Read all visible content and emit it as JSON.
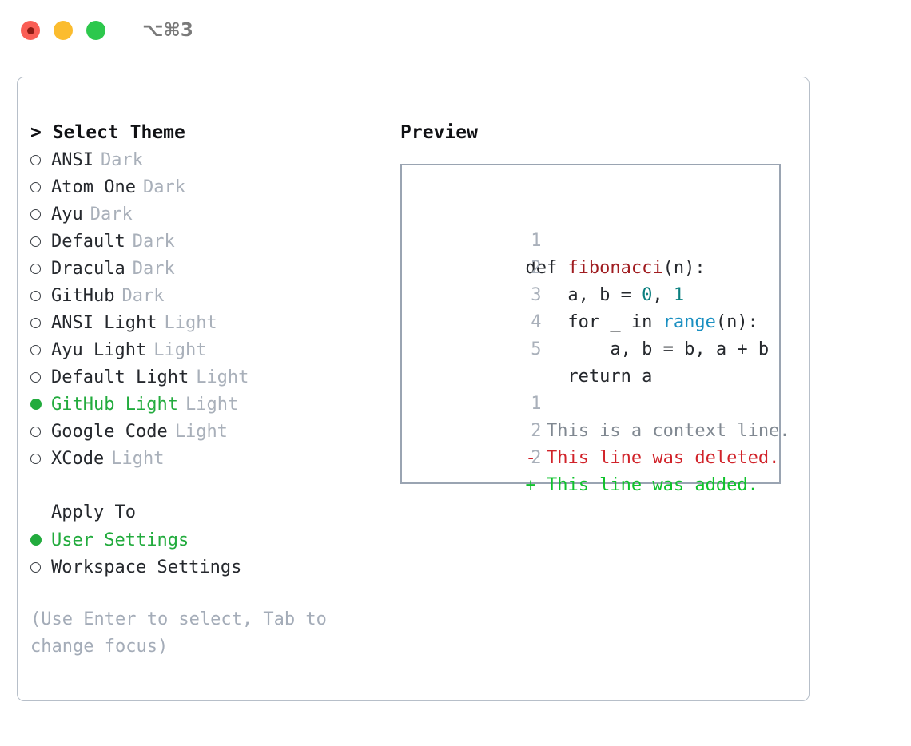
{
  "titlebar": {
    "shortcut": "⌥⌘3",
    "controls": [
      {
        "name": "close-record",
        "color": "#fa5e55"
      },
      {
        "name": "minimize",
        "color": "#fbbc2e"
      },
      {
        "name": "maximize",
        "color": "#2dc84d"
      }
    ]
  },
  "theme_section": {
    "caret": ">",
    "title": "Select Theme",
    "title_full": "> Select Theme",
    "options": [
      {
        "label": "ANSI",
        "tag": "Dark",
        "selected": false
      },
      {
        "label": "Atom One",
        "tag": "Dark",
        "selected": false
      },
      {
        "label": "Ayu",
        "tag": "Dark",
        "selected": false
      },
      {
        "label": "Default",
        "tag": "Dark",
        "selected": false
      },
      {
        "label": "Dracula",
        "tag": "Dark",
        "selected": false
      },
      {
        "label": "GitHub",
        "tag": "Dark",
        "selected": false
      },
      {
        "label": "ANSI Light",
        "tag": "Light",
        "selected": false
      },
      {
        "label": "Ayu Light",
        "tag": "Light",
        "selected": false
      },
      {
        "label": "Default Light",
        "tag": "Light",
        "selected": false
      },
      {
        "label": "GitHub Light",
        "tag": "Light",
        "selected": true
      },
      {
        "label": "Google Code",
        "tag": "Light",
        "selected": false
      },
      {
        "label": "XCode",
        "tag": "Light",
        "selected": false
      }
    ]
  },
  "apply_section": {
    "title": "Apply To",
    "options": [
      {
        "label": "User Settings",
        "selected": true
      },
      {
        "label": "Workspace Settings",
        "selected": false
      }
    ]
  },
  "hint": "(Use Enter to select, Tab to change focus)",
  "preview": {
    "title": "Preview",
    "code_lines": [
      {
        "num": "1",
        "tokens": [
          {
            "text": "def ",
            "type": "plain"
          },
          {
            "text": "fibonacci",
            "type": "fn"
          },
          {
            "text": "(n):",
            "type": "plain"
          }
        ]
      },
      {
        "num": "2",
        "tokens": [
          {
            "text": "    a, b = ",
            "type": "plain"
          },
          {
            "text": "0",
            "type": "num"
          },
          {
            "text": ", ",
            "type": "plain"
          },
          {
            "text": "1",
            "type": "num"
          }
        ]
      },
      {
        "num": "3",
        "tokens": [
          {
            "text": "    for _ in ",
            "type": "plain"
          },
          {
            "text": "range",
            "type": "call"
          },
          {
            "text": "(n):",
            "type": "plain"
          }
        ]
      },
      {
        "num": "4",
        "tokens": [
          {
            "text": "        a, b = b, a + b",
            "type": "plain"
          }
        ]
      },
      {
        "num": "5",
        "tokens": [
          {
            "text": "    return a",
            "type": "plain"
          }
        ]
      }
    ],
    "diff_lines": [
      {
        "num": "1",
        "marker": " ",
        "text": "This is a context line.",
        "kind": "context"
      },
      {
        "num": "2",
        "marker": "-",
        "text": "This line was deleted.",
        "kind": "deleted"
      },
      {
        "num": "2",
        "marker": "+",
        "text": "This line was added.",
        "kind": "added"
      }
    ]
  },
  "colors": {
    "accent_green": "#22ab3d",
    "muted": "#a9b0ba",
    "text": "#25282d",
    "fn_red": "#a01c20",
    "num_teal": "#0a7f7f",
    "call_blue": "#1a8fc1",
    "diff_add": "#0fc22c",
    "diff_del": "#d1232a",
    "border": "#9aa4b2"
  }
}
